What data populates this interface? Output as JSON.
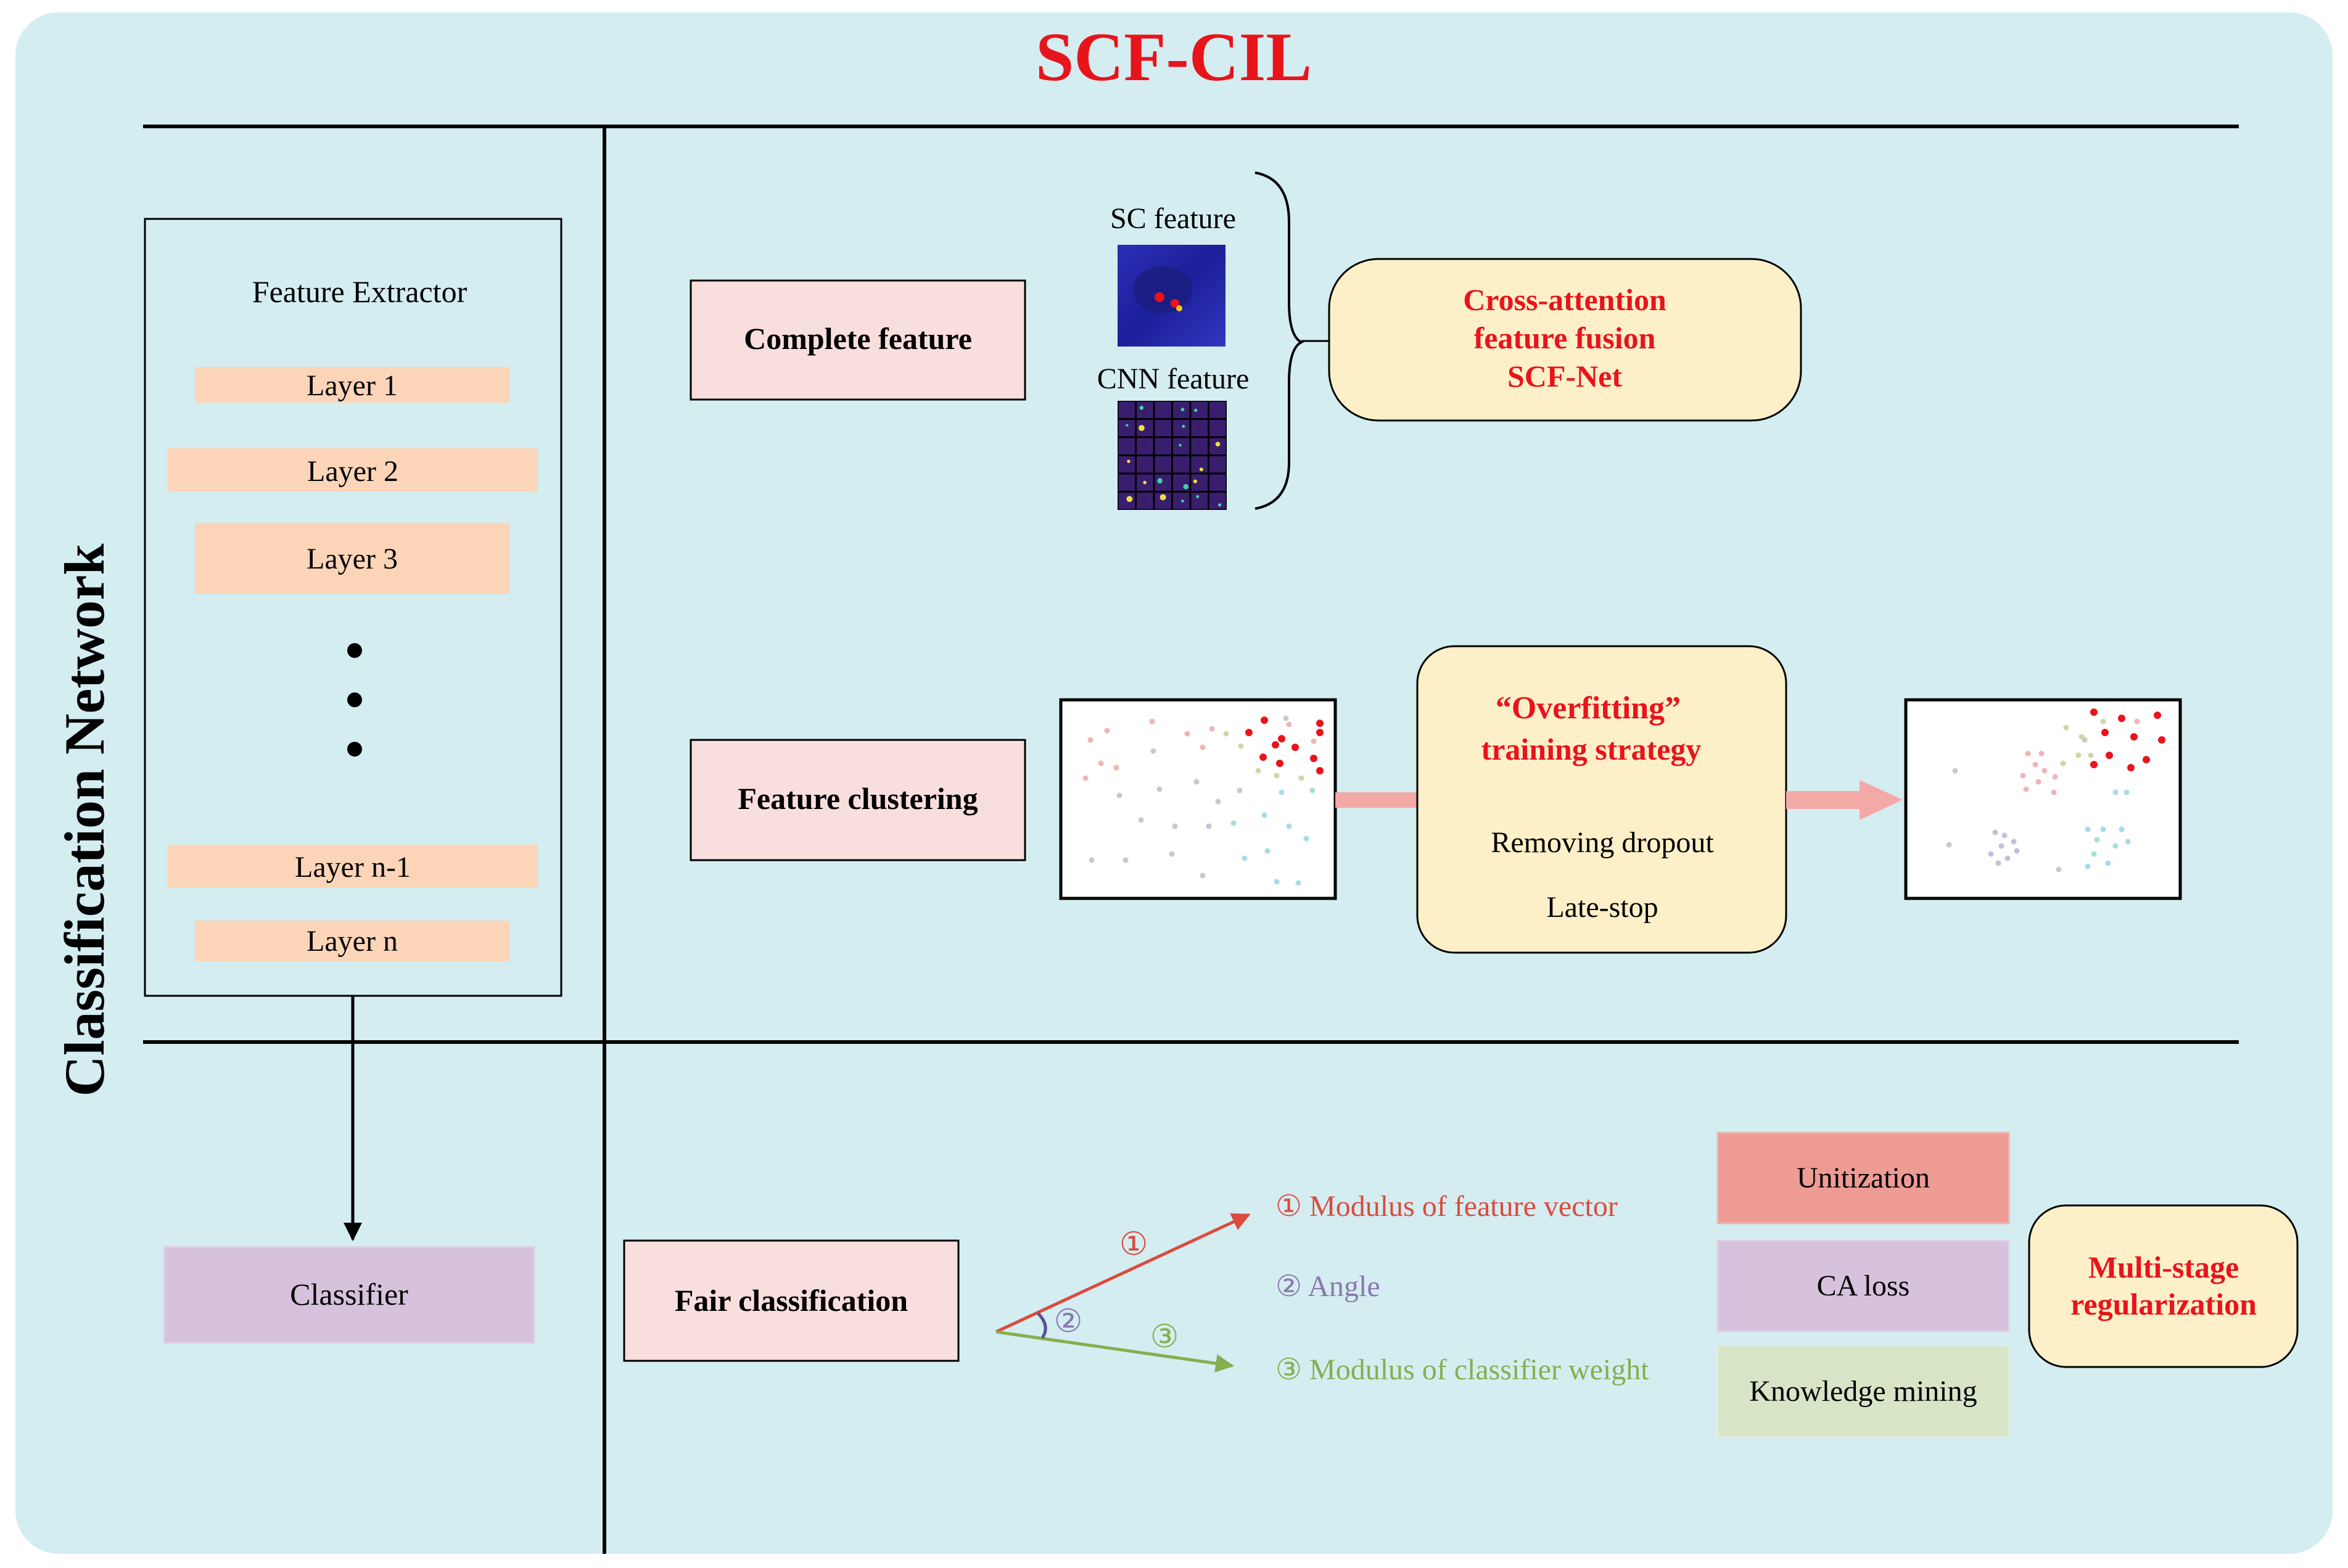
{
  "title": "SCF-CIL",
  "side_label": "Classification Network",
  "extractor": {
    "title": "Feature Extractor",
    "layers": [
      "Layer 1",
      "Layer 2",
      "Layer 3",
      "Layer n-1",
      "Layer n"
    ]
  },
  "classifier_label": "Classifier",
  "complete_feature": {
    "label": "Complete feature",
    "sc_label": "SC feature",
    "cnn_label": "CNN feature",
    "fusion_lines": [
      "Cross-attention",
      "feature fusion",
      "SCF-Net"
    ]
  },
  "feature_clustering": {
    "label": "Feature clustering",
    "strategy_lines": [
      "“Overfitting”",
      "training strategy"
    ],
    "items": [
      "Removing dropout",
      "Late-stop"
    ]
  },
  "fair_classification": {
    "label": "Fair classification",
    "mark_1": "①",
    "mark_2": "②",
    "mark_3": "③",
    "legend": [
      "①  Modulus of feature vector",
      "② Angle",
      "③ Modulus of classifier weight"
    ],
    "regularizers": [
      "Unitization",
      "CA loss",
      "Knowledge mining"
    ],
    "summary_lines": [
      "Multi-stage",
      "regularization"
    ]
  },
  "colors": {
    "background": "#d4edf1",
    "accent_red": "#e8141c",
    "pink_box": "#f9dede",
    "layer_fill": "#fcd5b8",
    "yellow_box": "#fdf0c8",
    "classifier_fill": "#d6c2dd",
    "unitization": "#ee9b93",
    "ca_loss": "#d6c2dd",
    "knowledge": "#d8e4c6",
    "vec_red": "#db4b3e",
    "vec_purple": "#8b77ae",
    "vec_green": "#82b04f"
  }
}
